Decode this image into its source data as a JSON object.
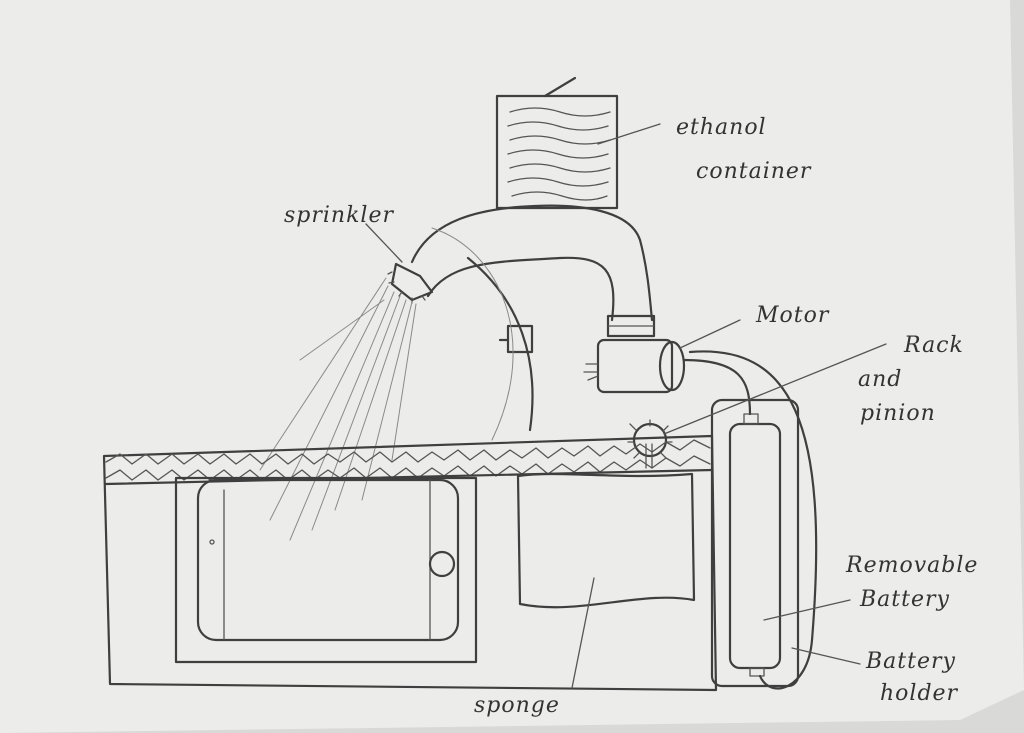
{
  "diagram": {
    "labels": {
      "ethanol_line1": "ethanol",
      "ethanol_line2": "container",
      "sprinkler": "sprinkler",
      "motor": "Motor",
      "rack_line1": "Rack",
      "rack_line2": "and",
      "rack_line3": "pinion",
      "battery_line1": "Removable",
      "battery_line2": "Battery",
      "holder_line1": "Battery",
      "holder_line2": "holder",
      "sponge": "sponge"
    },
    "colors": {
      "paper": "#ececea",
      "pencil": "#3f3f3f",
      "background": "#d9d9d7"
    }
  }
}
